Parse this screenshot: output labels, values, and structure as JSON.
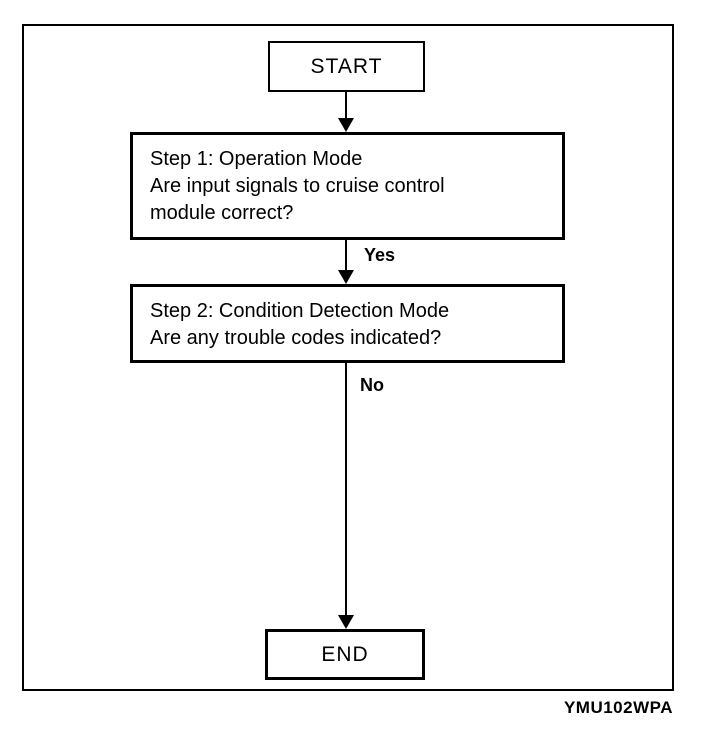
{
  "colors": {
    "line": "#000000",
    "background": "#ffffff"
  },
  "flowchart": {
    "start_label": "START",
    "step1": {
      "lines": [
        "Step 1: Operation Mode",
        "Are input signals to cruise control",
        "module correct?"
      ]
    },
    "yes_label": "Yes",
    "step2": {
      "lines": [
        "Step 2: Condition Detection Mode",
        "Are any trouble codes indicated?"
      ]
    },
    "no_label": "No",
    "end_label": "END",
    "figure_code": "YMU102WPA"
  }
}
